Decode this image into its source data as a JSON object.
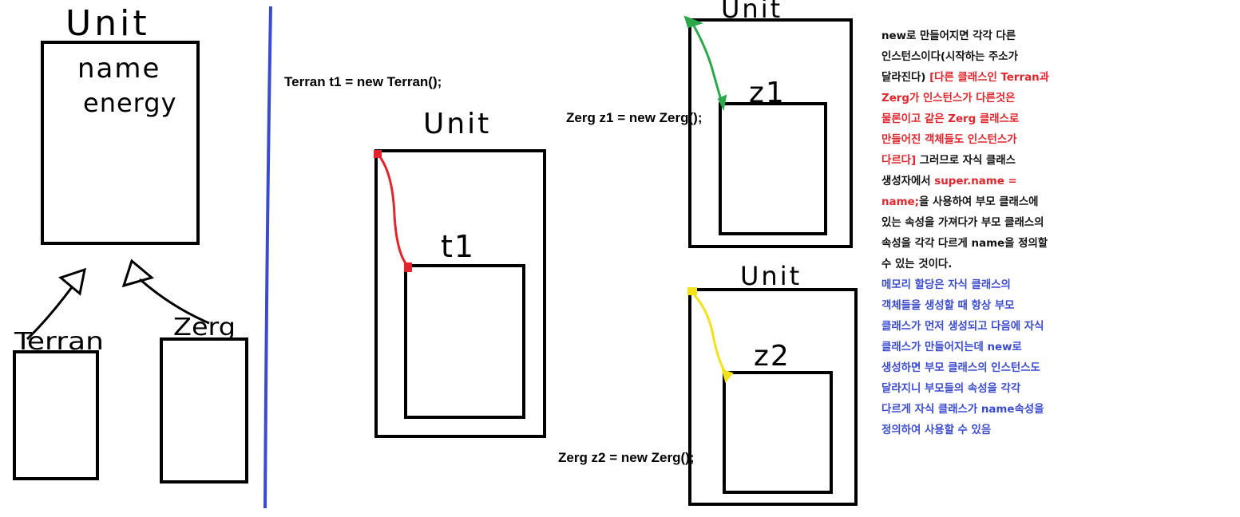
{
  "left_diagram": {
    "parent_title": "Unit",
    "parent_fields": [
      "name",
      "energy"
    ],
    "child_a_label": "Terran",
    "child_b_label": "Zerg"
  },
  "middle": {
    "code_t1": "Terran t1 = new Terran();",
    "outer_label": "Unit",
    "inner_label": "t1"
  },
  "right_top": {
    "code_z1": "Zerg z1 = new Zerg();",
    "outer_label": "Unit",
    "inner_label": "z1"
  },
  "right_bottom": {
    "code_z2": "Zerg z2 = new Zerg();",
    "outer_label": "Unit",
    "inner_label": "z2"
  },
  "notes": {
    "p1_black": "new로 만들어지면 각각 다른 인스턴스이다(시작하는 주소가 달라진다) ",
    "p1_red": "[다른 클래스인 Terran과 Zerg가 인스턴스가 다른것은 물론이고 같은 Zerg 클래스로 만들어진 객체들도 인스턴스가 다르다]",
    "p1_black2": " 그러므로 자식 클래스 생성자에서 ",
    "p1_code": "super.name = name;",
    "p1_black3": "을 사용하여 부모 클래스에 있는 속성을 가져다가 부모 클래스의 속성을 각각 다르게 name을 정의할 수 있는 것이다.",
    "p2_blue": "메모리 할당은 자식 클래스의 객체들을 생성할 때 항상 부모 클래스가 먼저 생성되고 다음에 자식 클래스가 만들어지는데 new로 생성하면 부모 클래스의 인스턴스도 달라지니 부모들의 속성을 각각 다르게 자식 클래스가 name속성을 정의하여 사용할 수 있음"
  },
  "colors": {
    "divider": "#3b4bd0",
    "t1_pointer": "#e2252c",
    "z1_pointer": "#2aa84a",
    "z2_pointer": "#f2e21a"
  }
}
